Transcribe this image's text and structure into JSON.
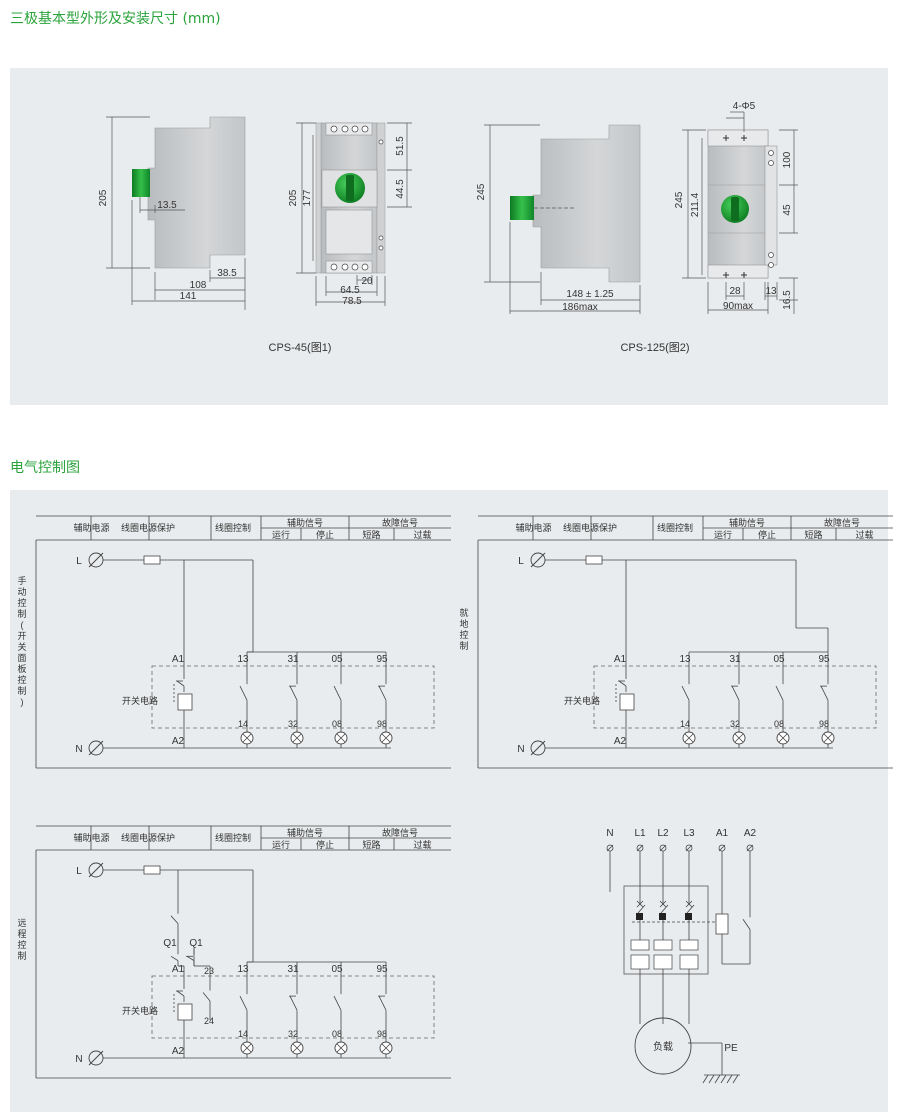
{
  "section1_title": "三极基本型外形及安装尺寸 (mm)",
  "section2_title": "电气控制图",
  "fig1": {
    "caption": "CPS-45(图1)",
    "side": {
      "h": "205",
      "knob_off": "13.5",
      "d1": "38.5",
      "d2": "108",
      "d3": "141"
    },
    "front": {
      "h1": "205",
      "h2": "177",
      "r1": "51.5",
      "r2": "44.5",
      "w1": "20",
      "w2": "64.5",
      "w3": "78.5"
    }
  },
  "fig2": {
    "caption": "CPS-125(图2)",
    "side": {
      "h": "245",
      "d1": "148 ± 1.25",
      "d2": "186max"
    },
    "front": {
      "holes": "4-Φ5",
      "h1": "245",
      "h2": "211.4",
      "r1": "100",
      "r2": "45",
      "w1": "28",
      "w2": "13",
      "w3": "90max",
      "w4": "16.5"
    }
  },
  "header": {
    "aux_power": "辅助电源",
    "coil_protect": "线圈电源保护",
    "coil_control": "线圈控制",
    "aux_signal": "辅助信号",
    "run": "运行",
    "stop": "停止",
    "fault_signal": "故障信号",
    "short": "短路",
    "overload": "过载"
  },
  "circuit": {
    "L": "L",
    "N": "N",
    "A1": "A1",
    "A2": "A2",
    "c13": "13",
    "c14": "14",
    "c31": "31",
    "c32": "32",
    "c05": "05",
    "c08": "08",
    "c95": "95",
    "c98": "98",
    "switch_circuit": "开关电路",
    "Q1": "Q1",
    "c23": "23",
    "c24": "24"
  },
  "modes": {
    "manual": [
      "手",
      "动",
      "控",
      "制",
      "(",
      "开",
      "关",
      "面",
      "板",
      "控",
      "制",
      ")"
    ],
    "local": [
      "就",
      "地",
      "控",
      "制"
    ],
    "remote": [
      "远",
      "程",
      "控",
      "制"
    ]
  },
  "power": {
    "N": "N",
    "L1": "L1",
    "L2": "L2",
    "L3": "L3",
    "A1": "A1",
    "A2": "A2",
    "load": "负载",
    "PE": "PE"
  }
}
